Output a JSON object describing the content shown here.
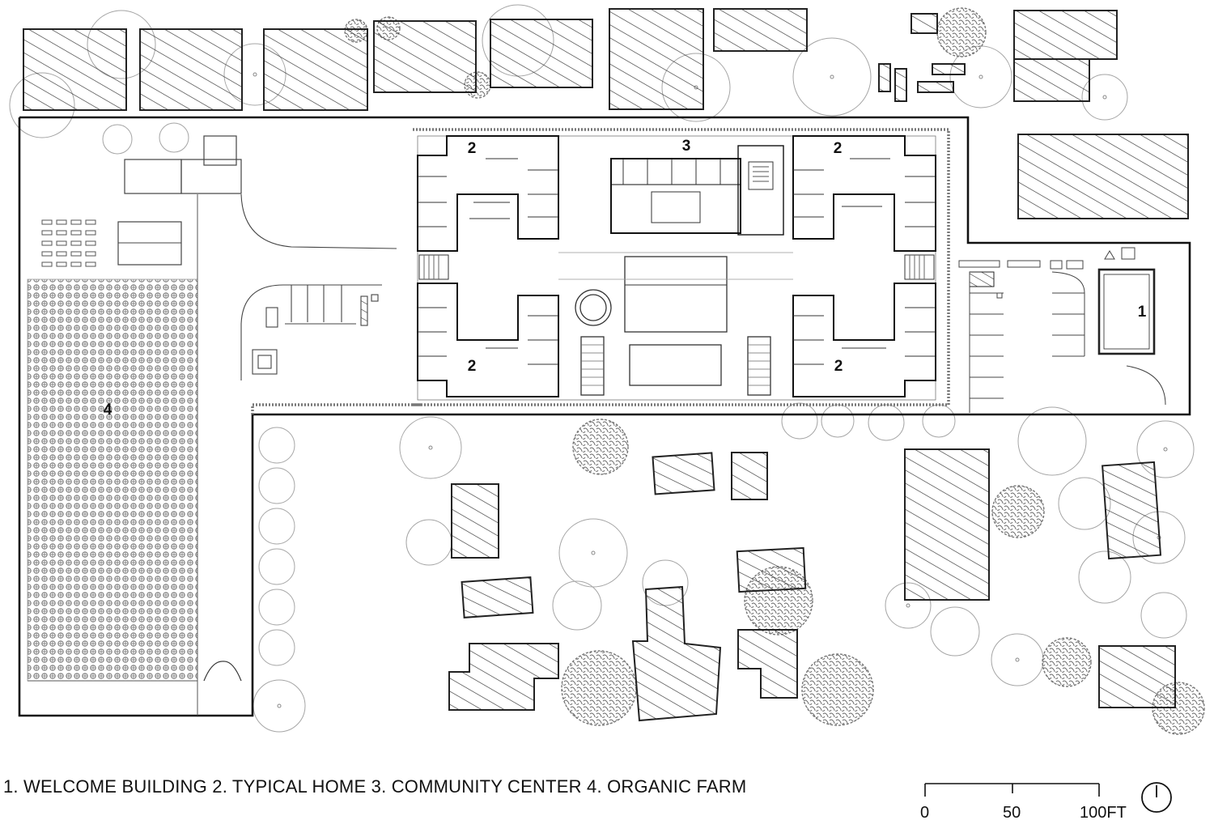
{
  "legend": {
    "text": "1. WELCOME BUILDING 2. TYPICAL HOME  3. COMMUNITY CENTER  4. ORGANIC FARM"
  },
  "zone_labels": {
    "welcome": "1",
    "home_nw": "2",
    "home_ne": "2",
    "home_sw": "2",
    "home_se": "2",
    "community": "3",
    "farm": "4"
  },
  "scale_bar": {
    "tick_0": "0",
    "tick_50": "50",
    "tick_100": "100FT"
  },
  "icons": {
    "north_arrow": "north-arrow-icon"
  },
  "colors": {
    "line": "#222222",
    "hatch": "#333333",
    "tree_outline": "#9a9a9a",
    "shrub": "#777777"
  }
}
